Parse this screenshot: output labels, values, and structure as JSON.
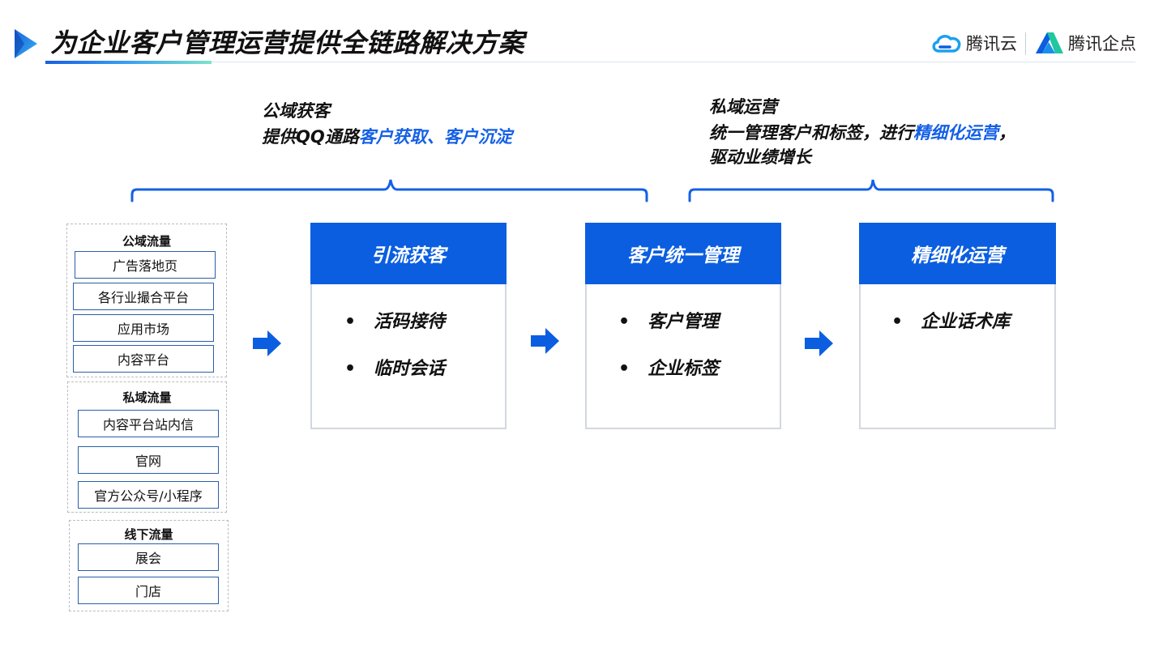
{
  "header": {
    "title": "为企业客户管理运营提供全链路解决方案",
    "logos": [
      {
        "icon": "tencent-cloud-icon",
        "text": "腾讯云"
      },
      {
        "icon": "tencent-qidian-icon",
        "text": "腾讯企点"
      }
    ]
  },
  "public_caption": {
    "heading": "公域获客",
    "line_prefix": "提供QQ通路",
    "line_highlight": "客户获取、客户沉淀"
  },
  "private_caption": {
    "heading": "私域运营",
    "line1_prefix": "统一管理客户和标签，进行",
    "line1_highlight": "精细化运营",
    "line1_suffix": "，",
    "line2": "驱动业绩增长"
  },
  "sources": [
    {
      "label": "公域流量",
      "items": [
        "广告落地页",
        "各行业撮合平台",
        "应用市场",
        "内容平台"
      ]
    },
    {
      "label": "私域流量",
      "items": [
        "内容平台站内信",
        "官网",
        "官方公众号/小程序"
      ]
    },
    {
      "label": "线下流量",
      "items": [
        "展会",
        "门店"
      ]
    }
  ],
  "stages": [
    {
      "title": "引流获客",
      "bullets": [
        "活码接待",
        "临时会话"
      ]
    },
    {
      "title": "客户统一管理",
      "bullets": [
        "客户管理",
        "企业标签"
      ]
    },
    {
      "title": "精细化运营",
      "bullets": [
        "企业话术库"
      ]
    }
  ],
  "colors": {
    "primary_blue": "#0b5ee0",
    "highlight_blue": "#1460e6",
    "source_border": "#2a5fa8"
  }
}
